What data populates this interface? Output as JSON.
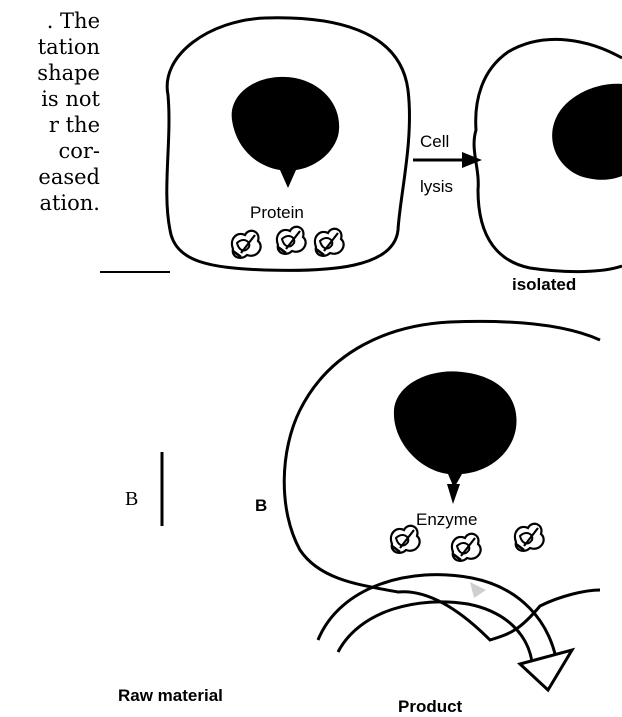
{
  "text_fragment": {
    "lines": [
      ". The",
      "tation",
      "shape",
      "is not",
      "r the",
      "cor-",
      "eased",
      "ation."
    ]
  },
  "panel_top": {
    "protein_label": "Protein",
    "arrow_label_1": "Cell",
    "arrow_label_2": "lysis",
    "caption": "isolated"
  },
  "panel_bottom": {
    "margin_letter": "B",
    "panel_letter": "B",
    "enzyme_label": "Enzyme",
    "raw_material_label": "Raw material",
    "product_label": "Product"
  }
}
